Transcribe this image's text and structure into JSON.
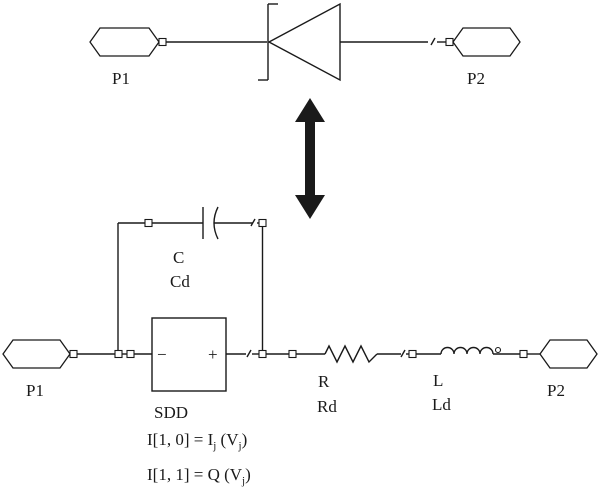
{
  "top": {
    "port_left": "P1",
    "port_right": "P2"
  },
  "bottom": {
    "port_left": "P1",
    "port_right": "P2",
    "capacitor": {
      "name": "C",
      "value": "Cd"
    },
    "sdd": {
      "name": "SDD",
      "minus": "−",
      "plus": "+"
    },
    "resistor": {
      "name": "R",
      "value": "Rd"
    },
    "inductor": {
      "name": "L",
      "value": "Ld"
    },
    "eq1": {
      "lhs": "I[1, 0] = I",
      "sub1": "j",
      "mid": " (V",
      "sub2": "j",
      "end": ")"
    },
    "eq2": {
      "lhs": "I[1, 1] = Q (V",
      "sub": "j",
      "end": ")"
    }
  }
}
